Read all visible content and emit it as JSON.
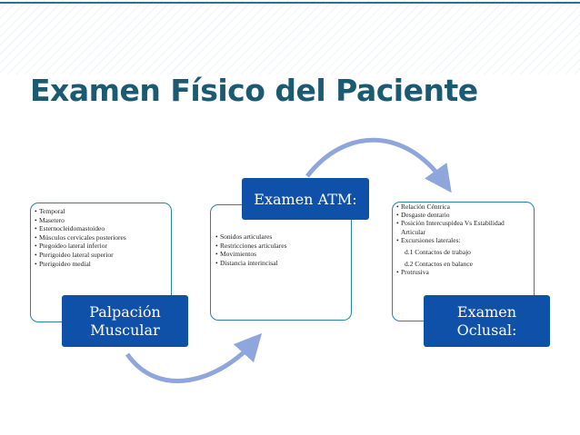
{
  "title": "Examen Físico del Paciente",
  "colors": {
    "title": "#1b5a73",
    "label_fill": "#0f50a8",
    "box_border": "#2a7fb0",
    "arrow": "#8fa6dc"
  },
  "nodes": [
    {
      "label_line1": "Palpación",
      "label_line2": "Muscular",
      "items": [
        "Temporal",
        "Masetero",
        "Esternocleidomastoideo",
        "Músculos cervicales posteriores",
        "Ptegoideo lateral inferior",
        "Pterigoideo lateral superior",
        "Pterigoideo medial"
      ]
    },
    {
      "label": "Examen ATM:",
      "items": [
        "Sonidos articulares",
        "Restricciones articulares",
        "Movimientos",
        "Distancia interincisal"
      ]
    },
    {
      "label_line1": "Examen",
      "label_line2": "Oclusal:",
      "items": [
        "Relación Céntrica",
        "Desgaste dentario",
        "Posición Intercuspidea Vs Estabilidad Articular",
        "Excursiones laterales:"
      ],
      "sub_items": [
        "d.1 Contactos de trabajo",
        "d.2 Contactos en balance"
      ],
      "last_item": "Protrusiva"
    }
  ]
}
